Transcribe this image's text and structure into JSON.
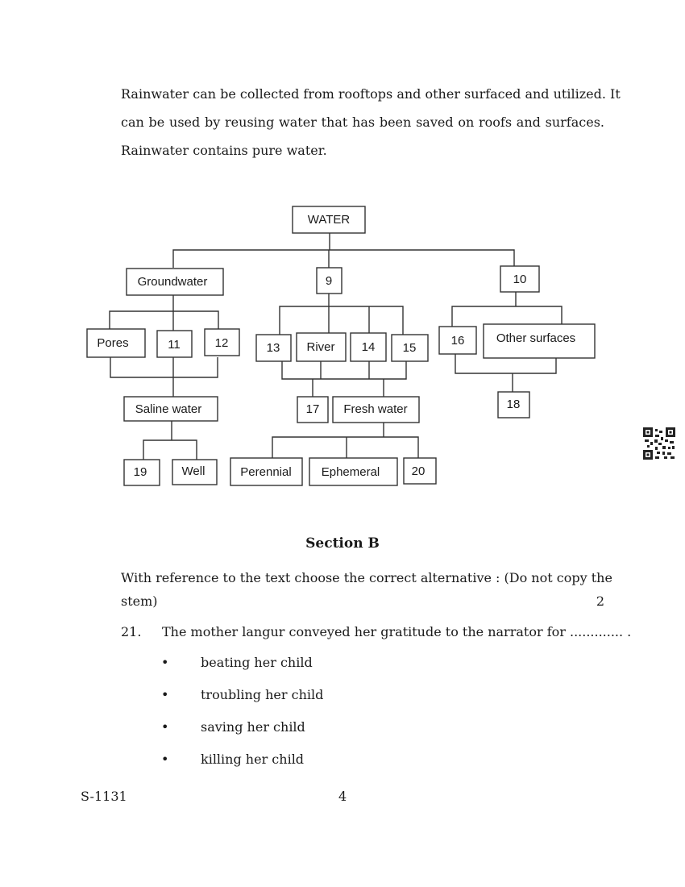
{
  "paragraph": {
    "lines": [
      "Rainwater can be collected from rooftops and other surfaced and utilized. It",
      "can be used by reusing water that has been saved on roofs and surfaces.",
      "Rainwater contains pure water."
    ]
  },
  "diagram": {
    "nodes": {
      "water": "WATER",
      "groundwater": "Groundwater",
      "n9": "9",
      "n10": "10",
      "pores": "Pores",
      "n11": "11",
      "n12": "12",
      "n13": "13",
      "river": "River",
      "n14": "14",
      "n15": "15",
      "n16": "16",
      "other_surfaces": "Other surfaces",
      "saline_water": "Saline water",
      "n17": "17",
      "fresh_water": "Fresh water",
      "n18": "18",
      "n19": "19",
      "well": "Well",
      "perennial": "Perennial",
      "ephemeral": "Ephemeral",
      "n20": "20"
    }
  },
  "section_b": {
    "title": "Section B",
    "instruction_line1": "With reference to the text choose the correct alternative : (Do not copy the",
    "instruction_line2": "stem)",
    "marks": "2"
  },
  "question": {
    "number": "21.",
    "text": "The mother langur conveyed her gratitude to the narrator for ............. .",
    "options": [
      "beating her child",
      "troubling her child",
      "saving her child",
      "killing her child"
    ],
    "bullet": "•"
  },
  "footer": {
    "code": "S-1131",
    "page": "4"
  },
  "icons": {
    "qr": "qr-code-icon"
  }
}
